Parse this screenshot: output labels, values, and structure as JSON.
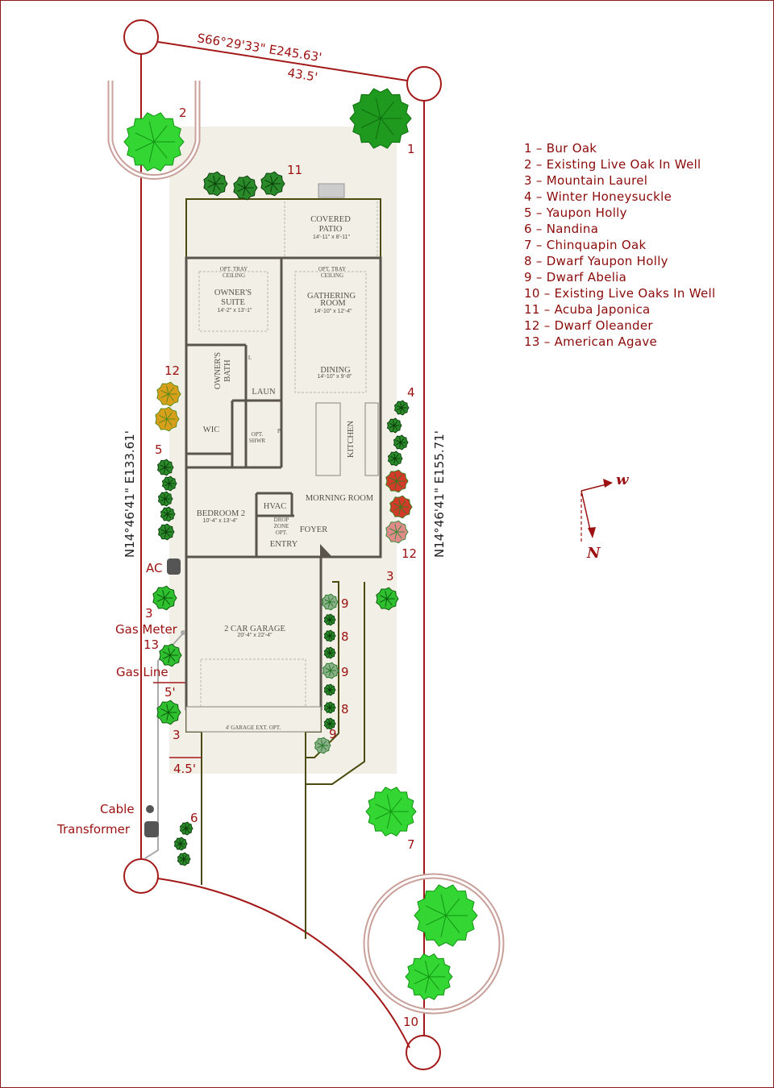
{
  "boundary": {
    "top_bearing": "S66°29'33\" E245.63'",
    "top_width": "43.5'",
    "left_bearing": "N14°46'41\" E133.61'",
    "right_bearing": "N14°46'41\" E155.71'"
  },
  "rooms": {
    "covered_patio": {
      "name1": "COVERED",
      "name2": "PATIO",
      "dims": "14'-11\" x 8'-11\""
    },
    "tray1": {
      "l1": "OPT. TRAY",
      "l2": "CEILING"
    },
    "tray2": {
      "l1": "OPT. TRAY",
      "l2": "CEILING"
    },
    "owners_suite": {
      "name1": "OWNER'S",
      "name2": "SUITE",
      "dims": "14'-2\" x 13'-1\""
    },
    "gathering": {
      "name1": "GATHERING",
      "name2": "ROOM",
      "dims": "14'-10\" x 12'-4\""
    },
    "dining": {
      "name": "DINING",
      "dims": "14'-10\" x 9'-8\""
    },
    "owners_bath": {
      "name1": "OWNER'S",
      "name2": "BATH"
    },
    "laun": "LAUN",
    "wic": "WIC",
    "opt_shwr": {
      "l1": "OPT.",
      "l2": "SHWR"
    },
    "pantry": "P",
    "linen": "L",
    "kitchen": "KITCHEN",
    "morning_room": "MORNING ROOM",
    "bedroom2": {
      "name": "BEDROOM 2",
      "dims": "10'-4\" x 13'-4\""
    },
    "hvac": "HVAC",
    "drop_zone": {
      "l1": "DROP",
      "l2": "ZONE",
      "l3": "OPT."
    },
    "foyer": "FOYER",
    "entry": "ENTRY",
    "garage": {
      "name": "2 CAR GARAGE",
      "dims": "20'-4\" x 22'-4\""
    },
    "garage_ext": "4' GARAGE EXT. OPT."
  },
  "annotations": {
    "ac": "AC",
    "gas_meter": "Gas Meter",
    "gas_line": "Gas Line",
    "cable": "Cable",
    "transformer": "Transformer",
    "dist_5": "5'",
    "dist_45": "4.5'"
  },
  "plant_labels": [
    "1",
    "2",
    "11",
    "12",
    "5",
    "3",
    "13",
    "3",
    "6",
    "4",
    "12",
    "3",
    "9",
    "8",
    "9",
    "8",
    "9",
    "7",
    "10"
  ],
  "compass": {
    "w": "w",
    "n": "N"
  },
  "legend": [
    "1 – Bur Oak",
    "2 – Existing Live Oak In Well",
    "3 – Mountain Laurel",
    "4 – Winter Honeysuckle",
    "5 – Yaupon Holly",
    "6 – Nandina",
    "7 – Chinquapin Oak",
    "8 – Dwarf Yaupon Holly",
    "9 – Dwarf Abelia",
    "10 – Existing Live Oaks In Well",
    "11 – Acuba Japonica",
    "12 – Dwarf Oleander",
    "13 – American Agave"
  ],
  "colors": {
    "boundary": "#a31818",
    "label": "#9b1010",
    "lot": "#f2f0e6",
    "olive": "#4b4b10"
  }
}
